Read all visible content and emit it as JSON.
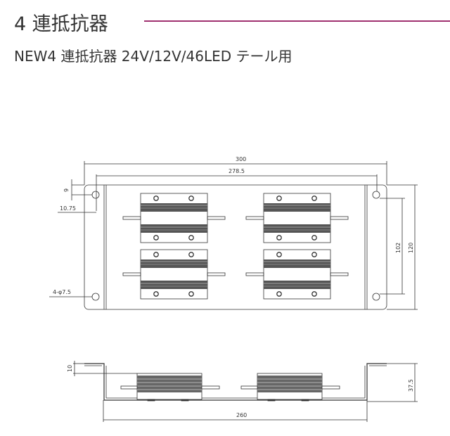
{
  "header": {
    "title": "4 連抵抗器",
    "subtitle": "NEW4 連抵抗器 24V/12V/46LED テール用",
    "accent_color": "#a0306f"
  },
  "drawing": {
    "top_view": {
      "dim_overall_width": "300",
      "dim_hole_pitch": "278.5",
      "dim_hole_offset_y": "9",
      "dim_hole_offset_x": "10.75",
      "dim_hole_spec": "4-φ7.5",
      "dim_hole_pitch_height": "102",
      "dim_overall_height": "120"
    },
    "side_view": {
      "dim_flange_height": "10",
      "dim_total_height": "37.5",
      "dim_base_width": "260"
    }
  }
}
